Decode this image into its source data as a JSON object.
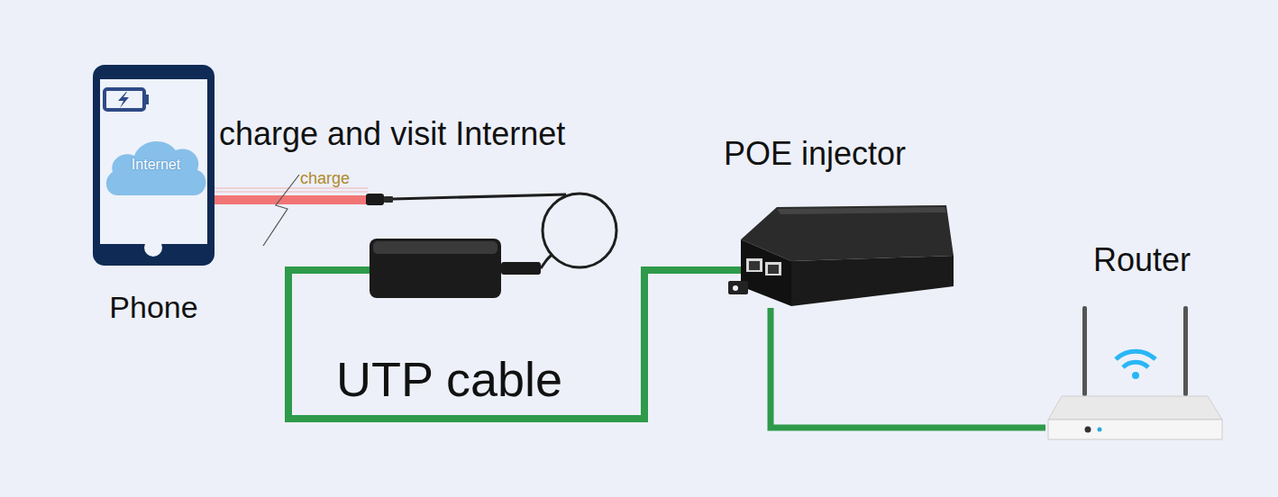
{
  "diagram": {
    "nodes": [
      {
        "text": [
          "Phone"
        ]
      },
      {
        "text": [
          "Internet"
        ],
        "in": 0
      },
      {
        "text": [
          "POE injector"
        ]
      },
      {
        "text": [
          "Router"
        ]
      }
    ],
    "edges": [
      {
        "from": 2,
        "to": 3,
        "arrow": "none"
      }
    ],
    "labels": [
      "charge and visit Internet",
      "charge",
      "UTP cable"
    ]
  }
}
